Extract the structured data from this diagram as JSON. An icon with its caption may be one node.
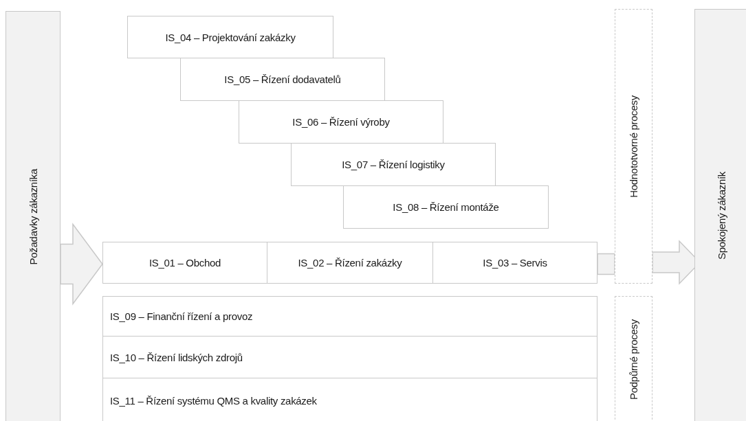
{
  "diagram": {
    "nodes": [
      {
        "text": [
          "Požadavky zákazníka"
        ]
      },
      {
        "text": [
          "IS_04 – Projektování zakázky"
        ]
      },
      {
        "text": [
          "IS_05 – Řízení dodavatelů"
        ]
      },
      {
        "text": [
          "IS_06 – Řízení výroby"
        ]
      },
      {
        "text": [
          "IS_07 – Řízení logistiky"
        ]
      },
      {
        "text": [
          "IS_08 – Řízení montáže"
        ]
      },
      {
        "text": [
          "Hodnototvorné procesy"
        ]
      },
      {
        "text": [
          "Spokojený zákazník"
        ]
      },
      {
        "text": [
          "IS_01 – Obchod"
        ]
      },
      {
        "text": [
          "IS_02 – Řízení zakázky"
        ]
      },
      {
        "text": [
          "IS_03 – Servis"
        ]
      },
      {
        "text": [
          "IS_09 – Finanční řízení a provoz"
        ]
      },
      {
        "text": [
          "IS_10 – Řízení lidských zdrojů"
        ]
      },
      {
        "text": [
          "IS_11 – Řízení systému QMS a kvality zakázek"
        ]
      },
      {
        "text": [
          "Podpůrné procesy"
        ]
      }
    ],
    "edges": [
      {
        "from": 0,
        "to": 8,
        "arrow": "to"
      },
      {
        "from": 10,
        "to": 6,
        "arrow": "none"
      },
      {
        "from": 6,
        "to": 7,
        "arrow": "to"
      }
    ]
  }
}
